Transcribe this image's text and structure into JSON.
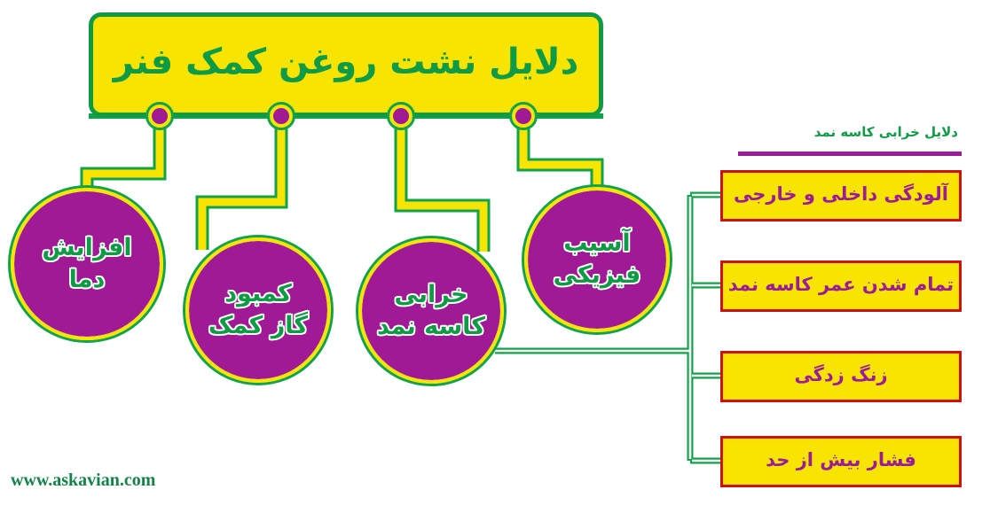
{
  "diagram": {
    "title": "دلایل نشت روغن کمک فنر",
    "watermark": "www.askavian.com",
    "colors": {
      "yellow": "#F7E400",
      "green": "#0F9B46",
      "purple": "#A01A96",
      "red_border": "#CC1111",
      "white": "#FFFFFF"
    },
    "causes": [
      {
        "label": "افزایش\nدما",
        "line1": "افزایش",
        "line2": "دما"
      },
      {
        "label": "کمبود\nگاز کمک",
        "line1": "کمبود",
        "line2": "گاز کمک"
      },
      {
        "label": "خرابی\nکاسه نمد",
        "line1": "خرابی",
        "line2": "کاسه نمد"
      },
      {
        "label": "آسیب\nفیزیکی",
        "line1": "آسیب",
        "line2": "فیزیکی"
      }
    ],
    "sub_section": {
      "heading": "دلایل خرابی کاسه نمد",
      "items": [
        {
          "label": "آلودگی داخلی و خارجی"
        },
        {
          "label": "تمام شدن عمر کاسه نمد"
        },
        {
          "label": "زنگ زدگی"
        },
        {
          "label": "فشار بیش از حد"
        }
      ]
    }
  }
}
